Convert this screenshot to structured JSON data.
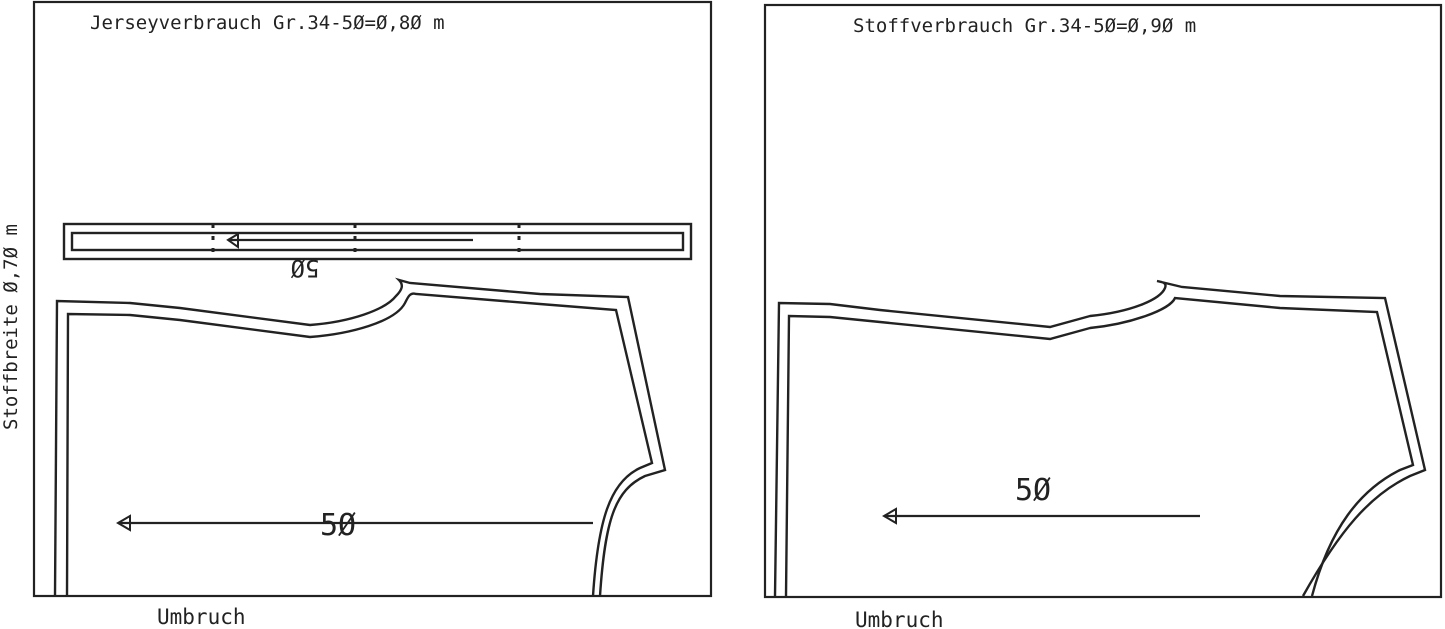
{
  "left_panel": {
    "title": "Jerseyverbrauch Gr.34-5Ø=Ø,8Ø m",
    "width_label": "Stoffbreite Ø,7Ø m",
    "fold_label": "Umbruch",
    "strip_grain_label": "5Ø",
    "piece_grain_label": "5Ø"
  },
  "right_panel": {
    "title": "Stoffverbrauch Gr.34-5Ø=Ø,9Ø m",
    "fold_label": "Umbruch",
    "piece_grain_label": "5Ø"
  },
  "colors": {
    "line": "#222222",
    "background": "#ffffff"
  }
}
